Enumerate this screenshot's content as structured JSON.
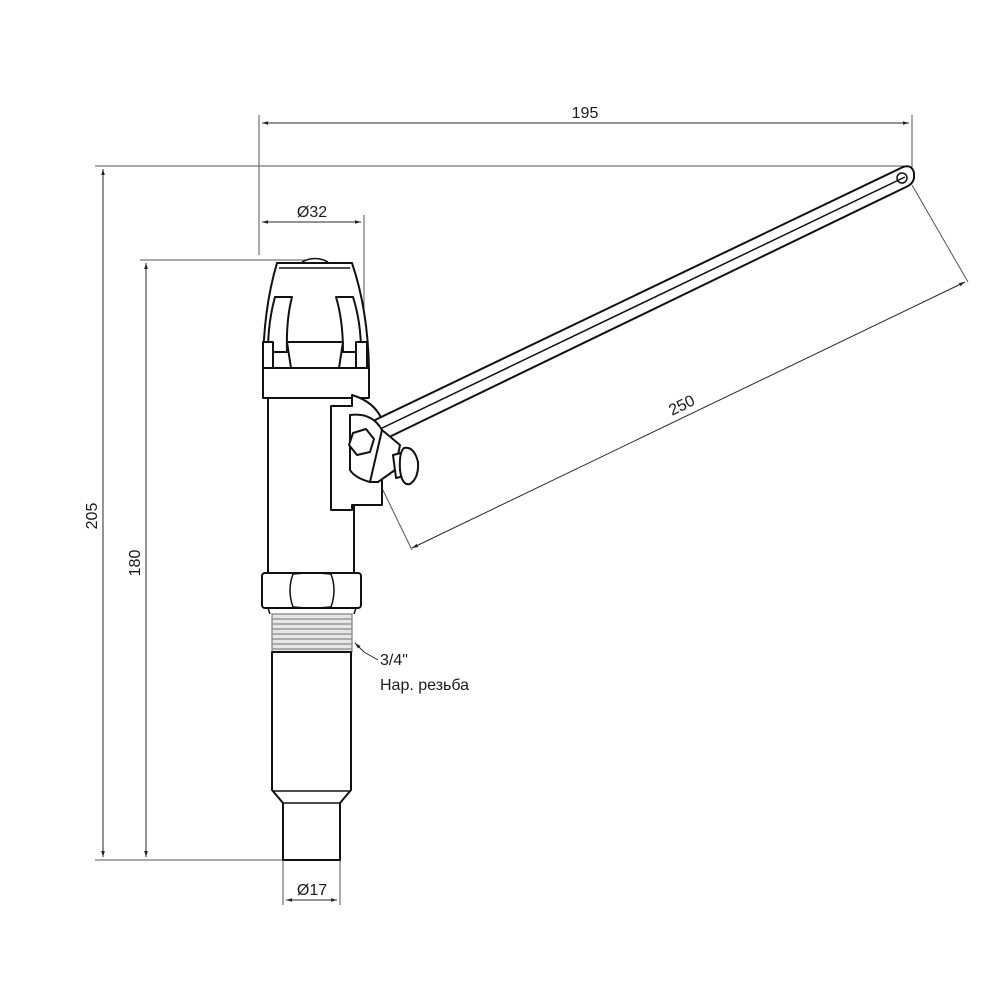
{
  "drawing": {
    "background": "#ffffff",
    "line_color": "#111111",
    "dimensions": {
      "overall_width": {
        "label": "195"
      },
      "overall_height": {
        "label": "205"
      },
      "body_height": {
        "label": "180"
      },
      "head_diameter": {
        "label": "Ø32"
      },
      "tip_diameter": {
        "label": "Ø17"
      },
      "lever_length": {
        "label": "250"
      }
    },
    "thread_note": {
      "size": "3/4\"",
      "type": "Нар. резьба"
    }
  }
}
